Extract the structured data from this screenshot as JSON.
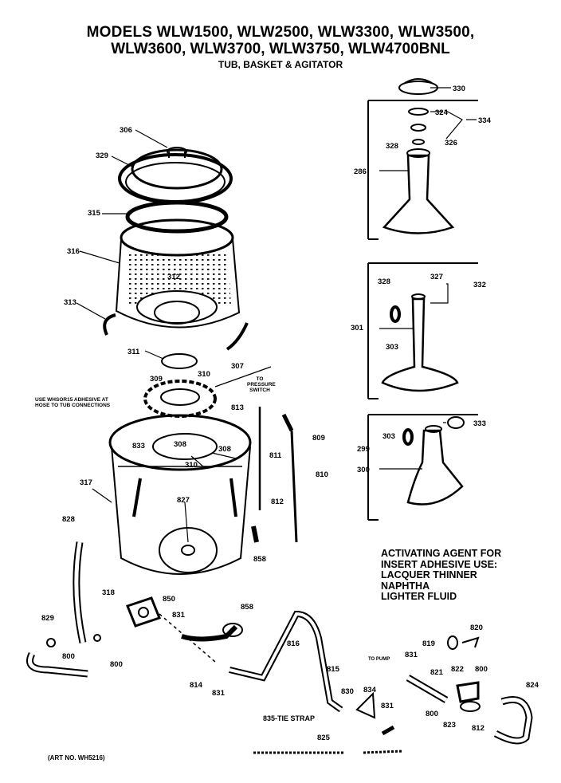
{
  "header": {
    "line1": "MODELS WLW1500, WLW2500, WLW3300, WLW3500,",
    "line2": "WLW3600, WLW3700, WLW3750, WLW4700BNL",
    "subtitle": "TUB, BASKET & AGITATOR"
  },
  "notes": {
    "adhesive_line1": "USE WHSOR15 ADHESIVE AT",
    "adhesive_line2": "HOSE TO TUB CONNECTIONS",
    "pressure_line1": "TO",
    "pressure_line2": "PRESSURE",
    "pressure_line3": "SWITCH",
    "to_pump": "TO PUMP",
    "tie_strap": "835-TIE STRAP",
    "activating_1": "ACTIVATING AGENT FOR",
    "activating_2": "INSERT ADHESIVE USE:",
    "activating_3": "LACQUER THINNER",
    "activating_4": "NAPHTHA",
    "activating_5": "LIGHTER FLUID",
    "art_no": "(ART NO. WH5216)"
  },
  "labels": {
    "p306": "306",
    "p329": "329",
    "p315": "315",
    "p316": "316",
    "p312": "312",
    "p313": "313",
    "p311": "311",
    "p309": "309",
    "p310a": "310",
    "p307": "307",
    "p813": "813",
    "p809": "809",
    "p811": "811",
    "p810": "810",
    "p812a": "812",
    "p858a": "858",
    "p833": "833",
    "p308a": "308",
    "p308b": "308",
    "p310b": "310",
    "p317": "317",
    "p827": "827",
    "p828": "828",
    "p318": "318",
    "p850": "850",
    "p831a": "831",
    "p829": "829",
    "p800a": "800",
    "p800b": "800",
    "p858b": "858",
    "p816": "816",
    "p815": "815",
    "p814": "814",
    "p831b": "831",
    "p830": "830",
    "p834": "834",
    "p831c": "831",
    "p825": "825",
    "p831d": "831",
    "p819": "819",
    "p820": "820",
    "p821": "821",
    "p822": "822",
    "p800c": "800",
    "p824": "824",
    "p800d": "800",
    "p823": "823",
    "p812b": "812",
    "p330": "330",
    "p324": "324",
    "p334": "334",
    "p328a": "328",
    "p326": "326",
    "p286": "286",
    "p328b": "328",
    "p327": "327",
    "p332": "332",
    "p301": "301",
    "p303a": "303",
    "p303b": "303",
    "p333": "333",
    "p299": "299",
    "p300": "300"
  }
}
